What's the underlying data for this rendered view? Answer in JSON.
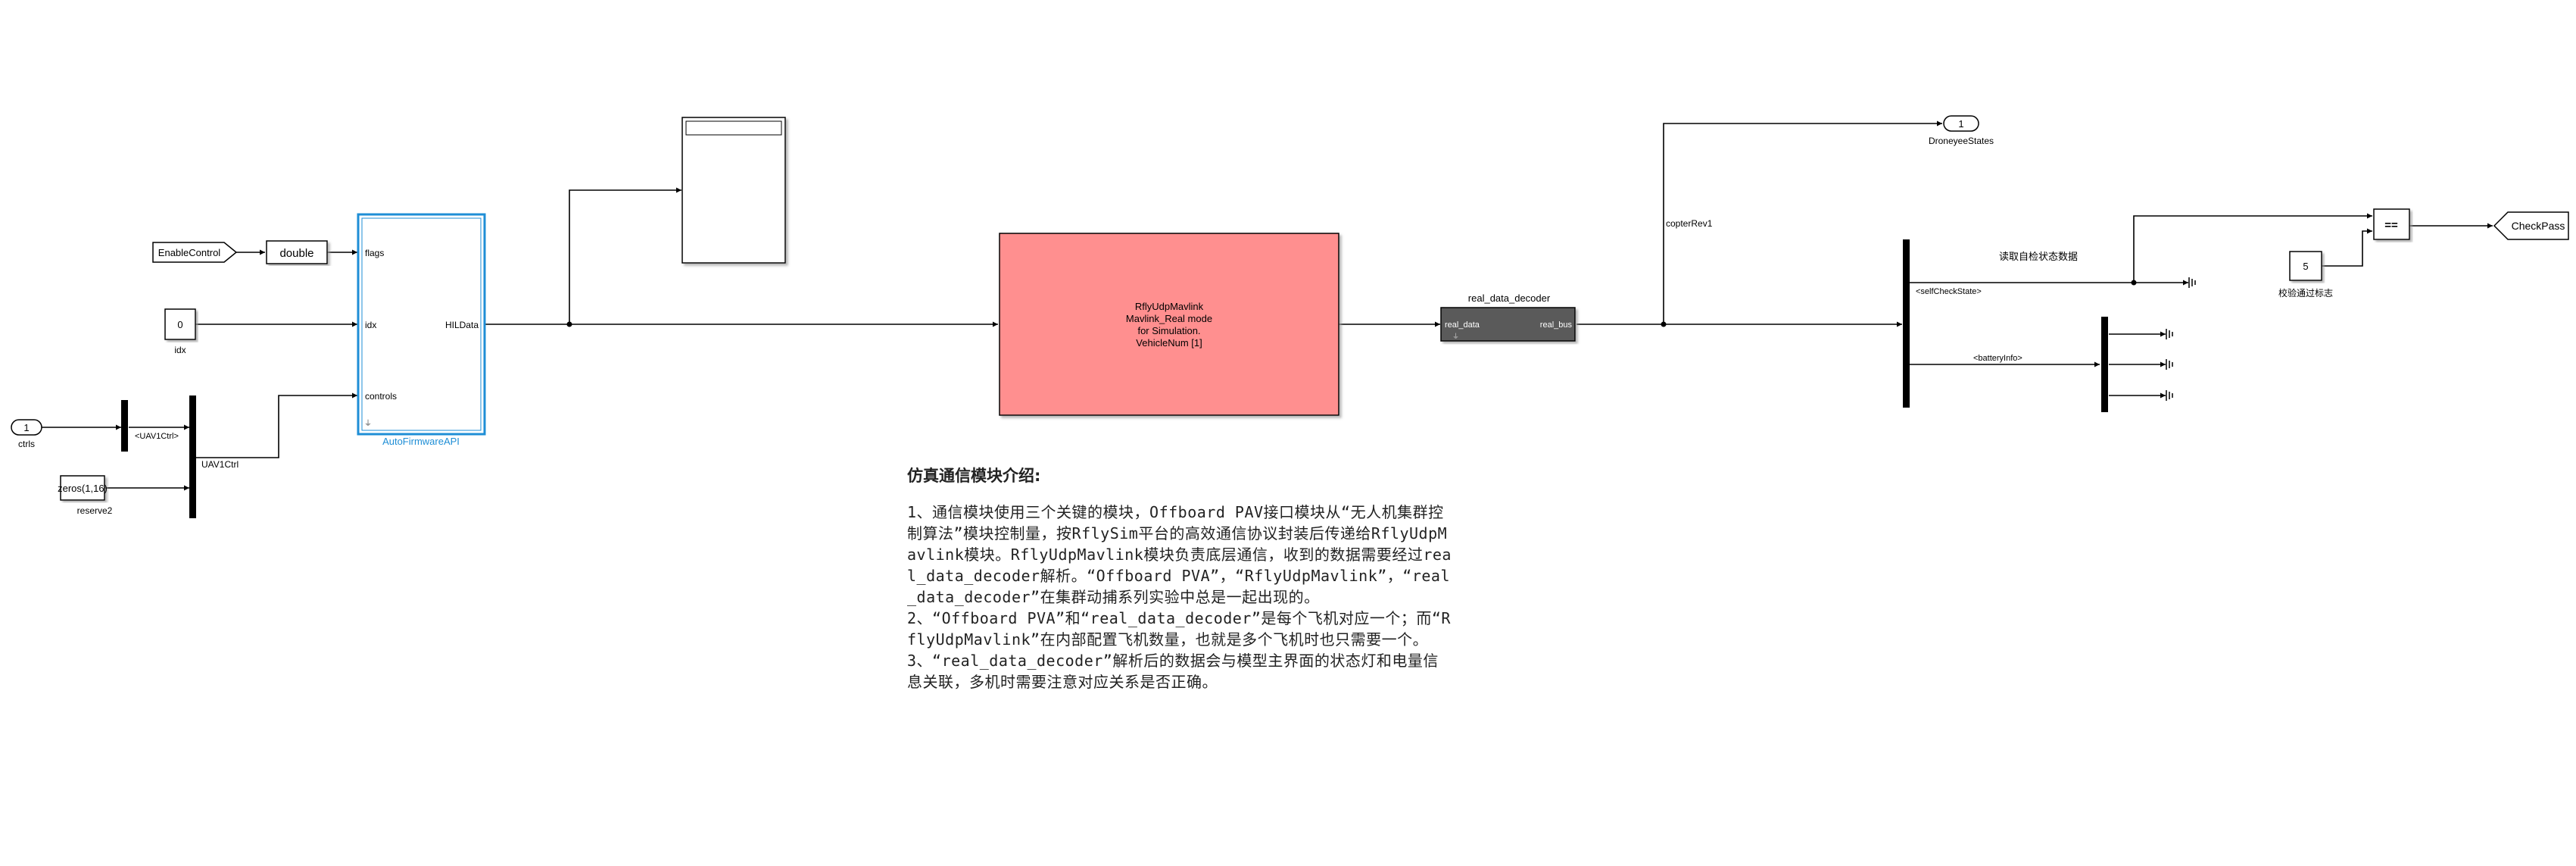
{
  "inports": {
    "ctrls": {
      "number": "1",
      "label": "ctrls"
    }
  },
  "blocks": {
    "enable_control": {
      "text": "EnableControl"
    },
    "double": {
      "text": "double"
    },
    "idx_const": {
      "value": "0",
      "label": "idx"
    },
    "zeros": {
      "text": "zeros(1,16)",
      "label": "reserve2"
    },
    "bus_selector_uav": {
      "output": "<UAV1Ctrl>"
    },
    "bus_creator_uav": {
      "signal": "UAV1Ctrl"
    },
    "auto_firmware": {
      "ports_in": [
        "flags",
        "idx",
        "controls"
      ],
      "port_out": "HILData",
      "label": "AutoFirmwareAPI"
    },
    "rfly_udp": {
      "lines": [
        "RflyUdpMavlink",
        "Mavlink_Real mode",
        "for Simulation.",
        "VehicleNum [1]"
      ]
    },
    "decoder": {
      "title": "real_data_decoder",
      "port_in": "real_data",
      "port_out": "real_bus"
    },
    "copter_rev": {
      "signal": "copterRev1"
    },
    "outport_states": {
      "number": "1",
      "label": "DroneyeeStates"
    },
    "self_check": {
      "read_label": "读取自检状态数据",
      "state_signal": "<selfCheckState>",
      "battery_signal": "<batteryInfo>"
    },
    "pass_const": {
      "value": "5",
      "label": "校验通过标志"
    },
    "compare": {
      "op": "=="
    },
    "check_pass": {
      "text": "CheckPass"
    }
  },
  "annotation": {
    "title": "仿真通信模块介绍:",
    "paragraphs": [
      "1、通信模块使用三个关键的模块，Offboard PAV接口模块从“无人机集群控制算法”模块控制量，按RflySim平台的高效通信协议封装后传递给RflyUdpMavlink模块。RflyUdpMavlink模块负责底层通信，收到的数据需要经过real_data_decoder解析。“Offboard PVA”，“RflyUdpMavlink”，“real_data_decoder”在集群动捕系列实验中总是一起出现的。",
      "2、“Offboard PVA”和“real_data_decoder”是每个飞机对应一个；而“RflyUdpMavlink”在内部配置飞机数量，也就是多个飞机时也只需要一个。",
      "3、“real_data_decoder”解析后的数据会与模型主界面的状态灯和电量信息关联，多机时需要注意对应关系是否正确。"
    ]
  },
  "colors": {
    "rfly_fill": "#ff8f8f",
    "decoder_fill": "#5a5a5a",
    "firmware_border": "#1e8ed6",
    "firmware_label": "#1e8ed6"
  }
}
